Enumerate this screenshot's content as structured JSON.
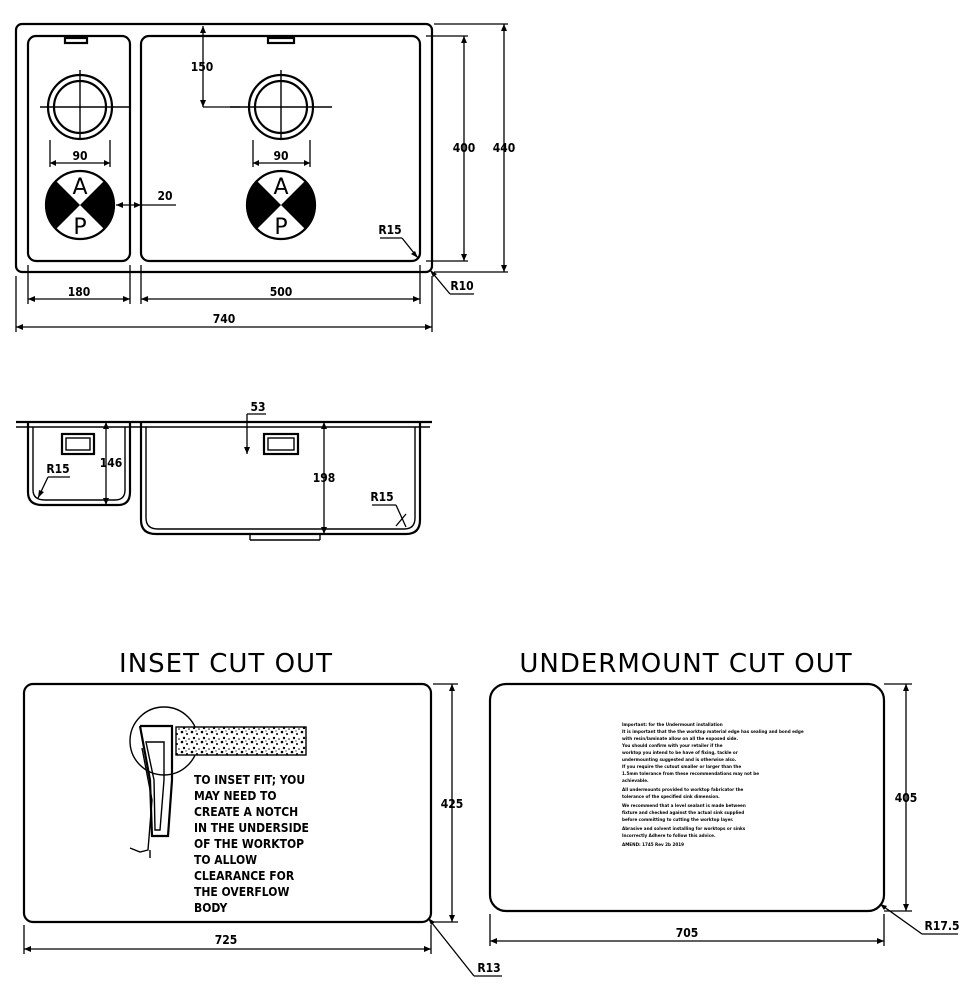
{
  "top_view": {
    "dims": {
      "left_bowl_width": "180",
      "right_bowl_width": "500",
      "overall_width": "740",
      "bowl_depth": "400",
      "overall_depth": "440",
      "waste_offset": "150",
      "left_waste_dia": "90",
      "right_waste_dia": "90",
      "gap": "20",
      "inner_radius": "R15",
      "outer_radius": "R10"
    },
    "waste_labels": {
      "top": "A",
      "bottom": "P"
    }
  },
  "section_view": {
    "dims": {
      "overflow_offset": "53",
      "small_bowl_depth": "146",
      "large_bowl_depth": "198",
      "left_radius": "R15",
      "right_radius": "R15"
    }
  },
  "inset": {
    "title": "INSET CUT OUT",
    "note_lines": [
      "TO INSET FIT; YOU",
      "MAY NEED TO",
      "CREATE A NOTCH",
      "IN THE UNDERSIDE",
      "OF THE WORKTOP",
      "TO ALLOW",
      "CLEARANCE FOR",
      "THE OVERFLOW",
      "BODY"
    ],
    "width": "725",
    "height": "425",
    "radius": "R13"
  },
  "undermount": {
    "title": "UNDERMOUNT CUT OUT",
    "note_lines": [
      "Important: for the Undermount installation",
      "It is important that the the worktop material edge has sealing and bond edge",
      "with resin/laminate allow on all the exposed side.",
      "You should confirm with your retailer if the",
      "worktop you intend to be have of fixing, tackle or",
      "undermounting suggested and is otherwise also.",
      "If you require the cutout smaller or larger than the",
      "1.5mm tolerance from these recommendations may not be",
      "achievable.",
      "All undermounts provided to worktop fabricator the",
      "tolerance of the specified sink dimension.",
      "We recommend that a level sealant is made between",
      "fixture and checked against the actual sink supplied",
      "before committing to cutting the worktop layer.",
      "Abrasive and solvent installing for worktops or sinks",
      "Incorrectly Adhere to follow this advice.",
      "AMEND: 1745 Rev 2b 2019"
    ],
    "width": "705",
    "height": "405",
    "radius": "R17.5"
  }
}
